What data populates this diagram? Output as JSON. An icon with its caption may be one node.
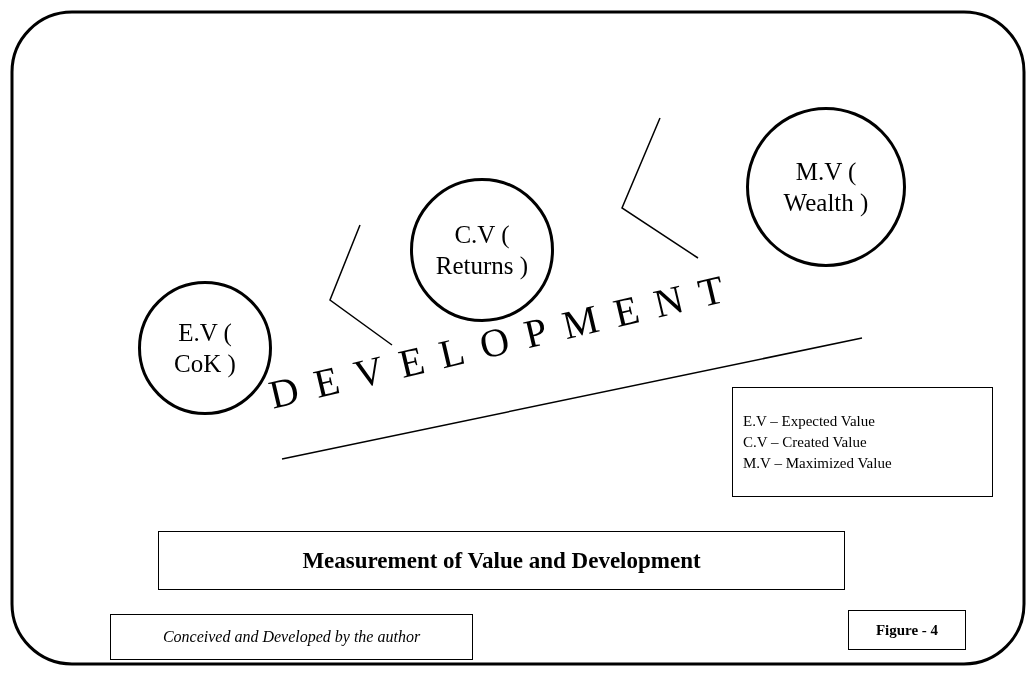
{
  "diagram": {
    "title": "Measurement of Value and Development",
    "nodes": [
      {
        "text": [
          "E.V ( CoK )"
        ]
      },
      {
        "text": [
          "C.V ( Returns )"
        ]
      },
      {
        "text": [
          "M.V ( Wealth )"
        ]
      },
      {
        "text": [
          "E.V – Expected Value",
          "C.V – Created Value",
          "M.V – Maximized Value"
        ]
      },
      {
        "text": [
          "Conceived and Developed by the author"
        ]
      },
      {
        "text": [
          "Figure - 4"
        ]
      }
    ],
    "labels": [
      "DEVELOPMENT"
    ]
  }
}
